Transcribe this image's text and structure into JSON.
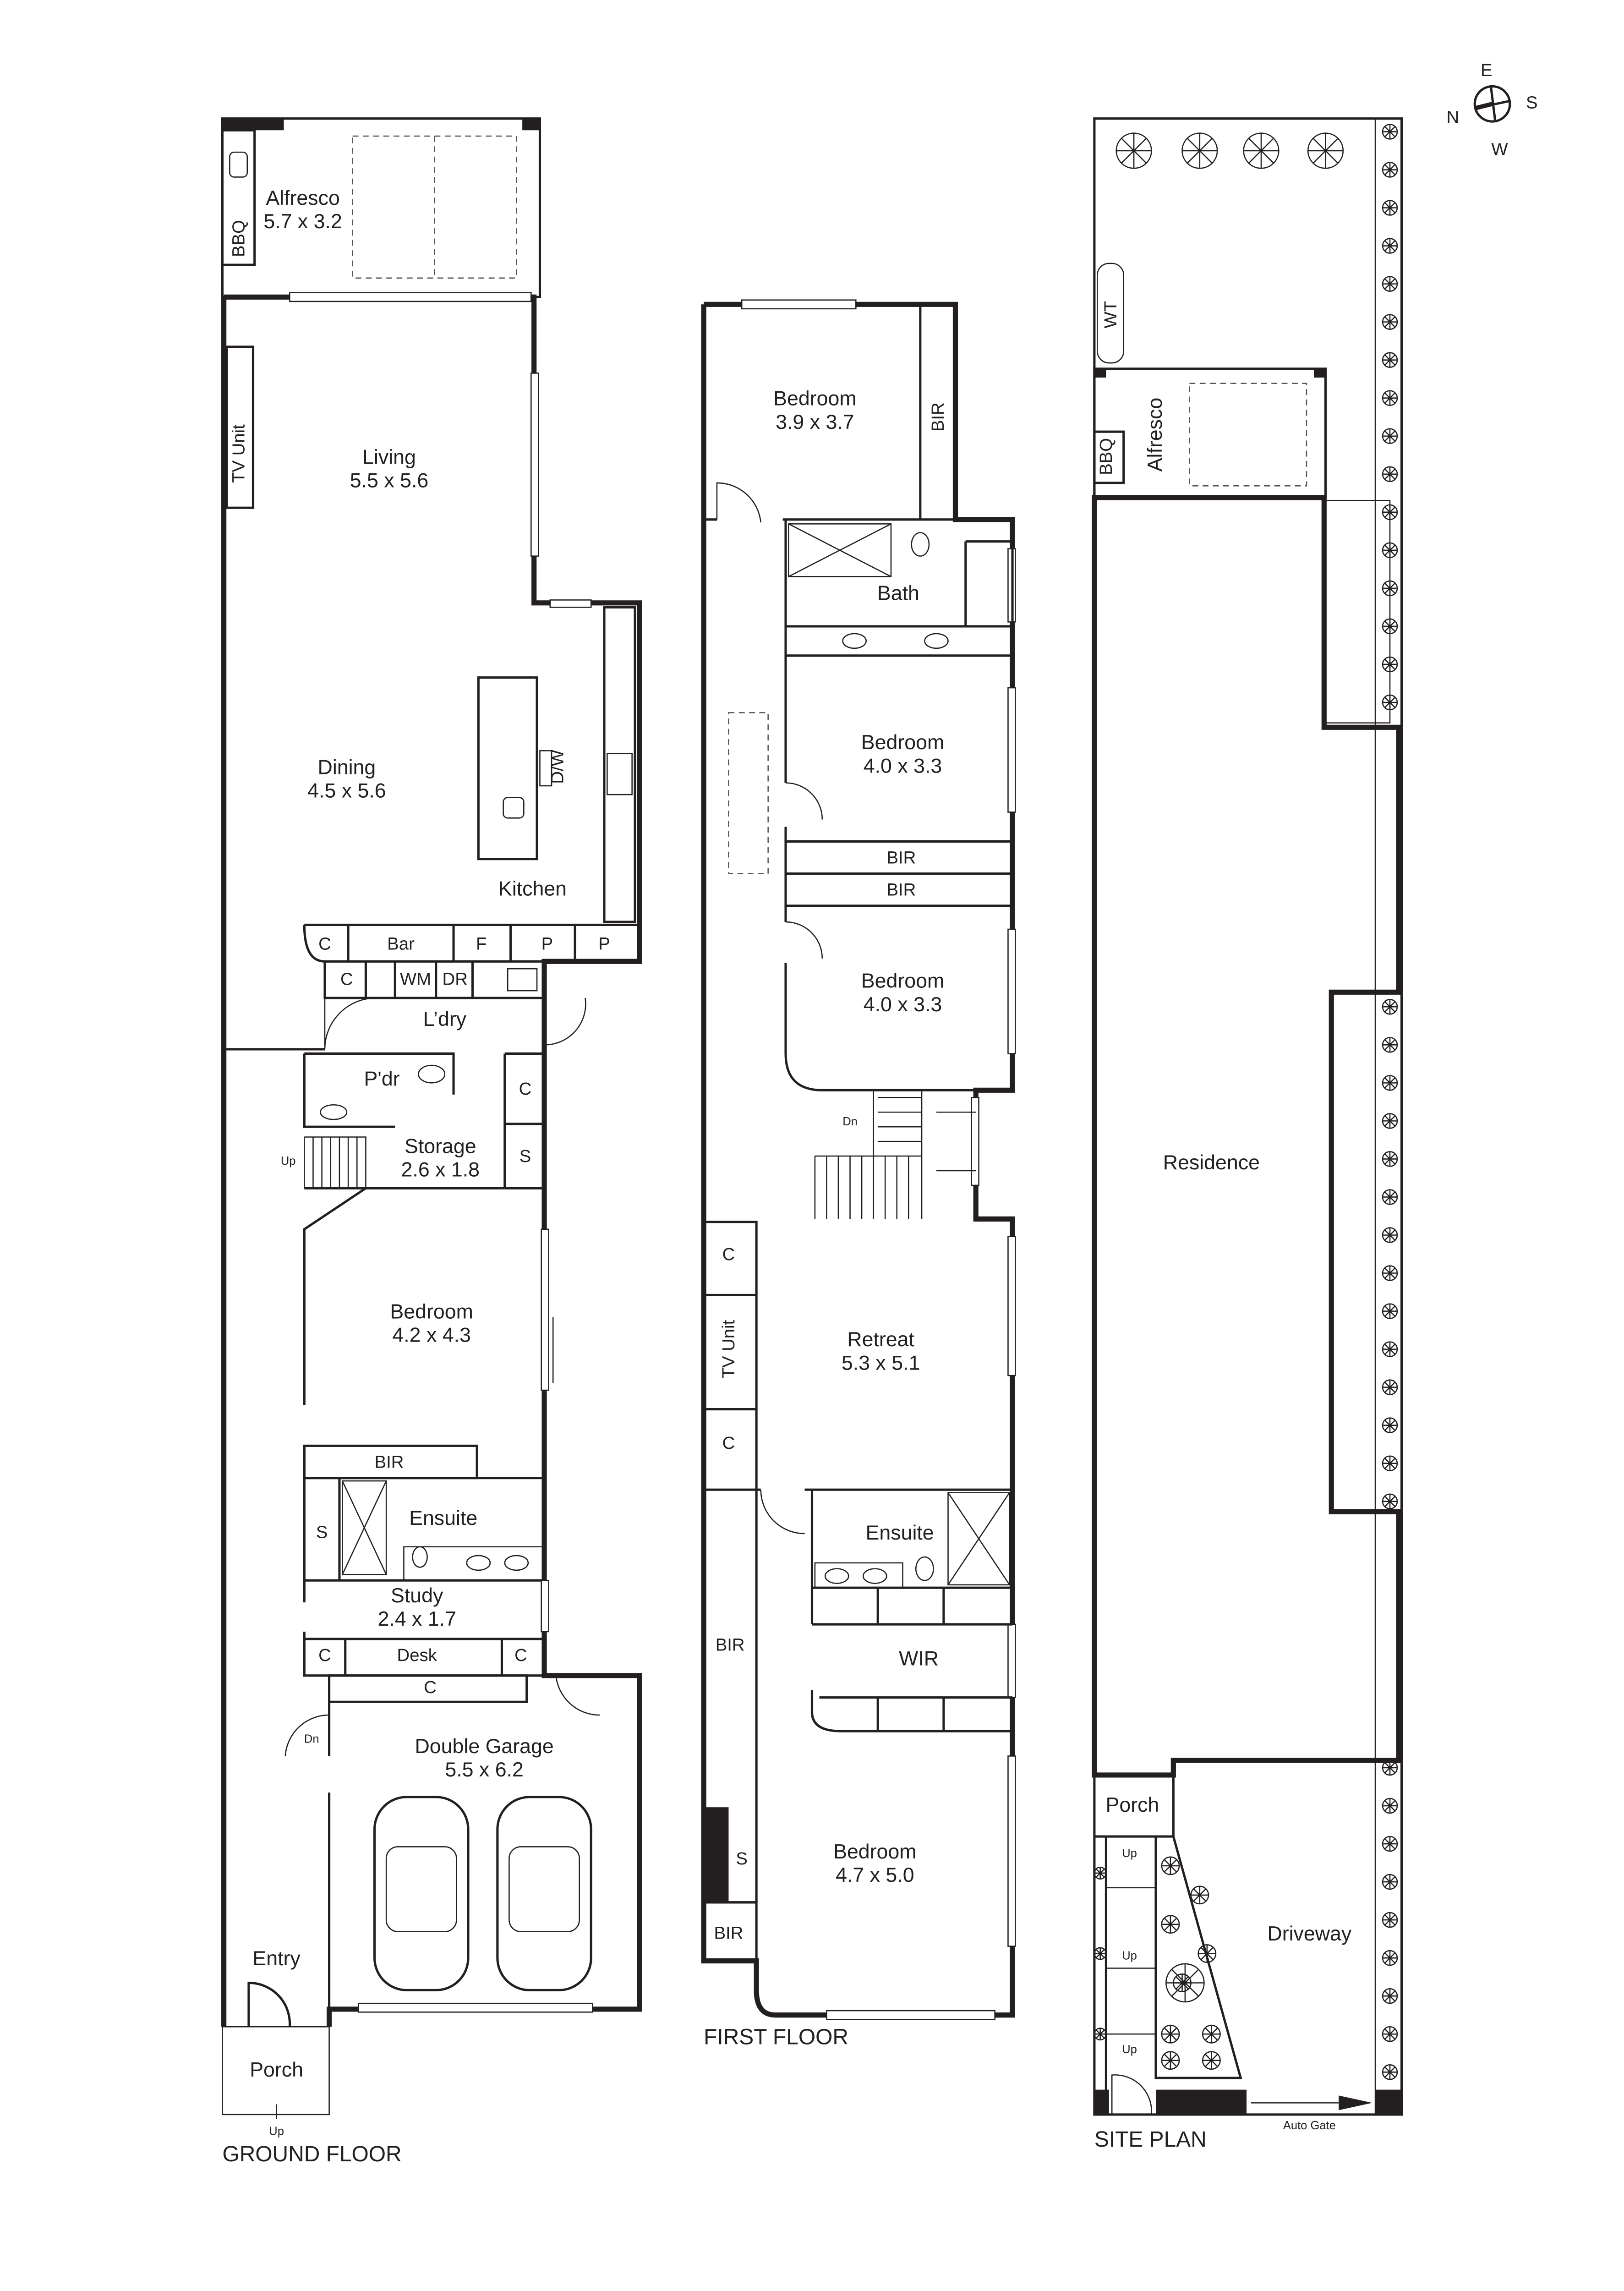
{
  "compass": {
    "n": "N",
    "e": "E",
    "s": "S",
    "w": "W"
  },
  "ground_floor": {
    "title": "GROUND FLOOR",
    "alfresco": {
      "name": "Alfresco",
      "size": "5.7 x 3.2"
    },
    "bbq": "BBQ",
    "tv_unit": "TV Unit",
    "living": {
      "name": "Living",
      "size": "5.5 x 5.6"
    },
    "dining": {
      "name": "Dining",
      "size": "4.5 x 5.6"
    },
    "dw": "D/W",
    "kitchen": "Kitchen",
    "joinery_row1": [
      "C",
      "Bar",
      "F",
      "P",
      "P"
    ],
    "joinery_row2": [
      "C",
      "WM",
      "DR"
    ],
    "laundry": "L’dry",
    "powder": "P'dr",
    "cupboard_c": "C",
    "storage": {
      "name": "Storage",
      "size": "2.6 x 1.8"
    },
    "stairs_up": "Up",
    "storage_s": "S",
    "bedroom": {
      "name": "Bedroom",
      "size": "4.2 x 4.3"
    },
    "bir": "BIR",
    "ensuite_s": "S",
    "ensuite": "Ensuite",
    "study": {
      "name": "Study",
      "size": "2.4 x 1.7"
    },
    "study_joinery": [
      "C",
      "Desk",
      "C"
    ],
    "garage_c": "C",
    "garage_dn": "Dn",
    "garage": {
      "name": "Double Garage",
      "size": "5.5 x 6.2"
    },
    "entry": "Entry",
    "porch": "Porch",
    "porch_up": "Up"
  },
  "first_floor": {
    "title": "FIRST FLOOR",
    "bedroom1": {
      "name": "Bedroom",
      "size": "3.9 x 3.7"
    },
    "bedroom1_bir": "BIR",
    "bath": "Bath",
    "bedroom2": {
      "name": "Bedroom",
      "size": "4.0 x 3.3"
    },
    "bir_a": "BIR",
    "bir_b": "BIR",
    "bedroom3": {
      "name": "Bedroom",
      "size": "4.0 x 3.3"
    },
    "stairs_dn": "Dn",
    "c_top": "C",
    "tv_unit": "TV Unit",
    "retreat": {
      "name": "Retreat",
      "size": "5.3 x 5.1"
    },
    "c_bottom": "C",
    "ensuite": "Ensuite",
    "bir_side": "BIR",
    "wir": "WIR",
    "s": "S",
    "bedroom4": {
      "name": "Bedroom",
      "size": "4.7 x 5.0"
    },
    "bir_bottom": "BIR"
  },
  "site_plan": {
    "title": "SITE PLAN",
    "wt": "WT",
    "bbq": "BBQ",
    "alfresco": "Alfresco",
    "residence": "Residence",
    "porch": "Porch",
    "up_labels": [
      "Up",
      "Up",
      "Up"
    ],
    "driveway": "Driveway",
    "auto_gate": "Auto Gate"
  }
}
